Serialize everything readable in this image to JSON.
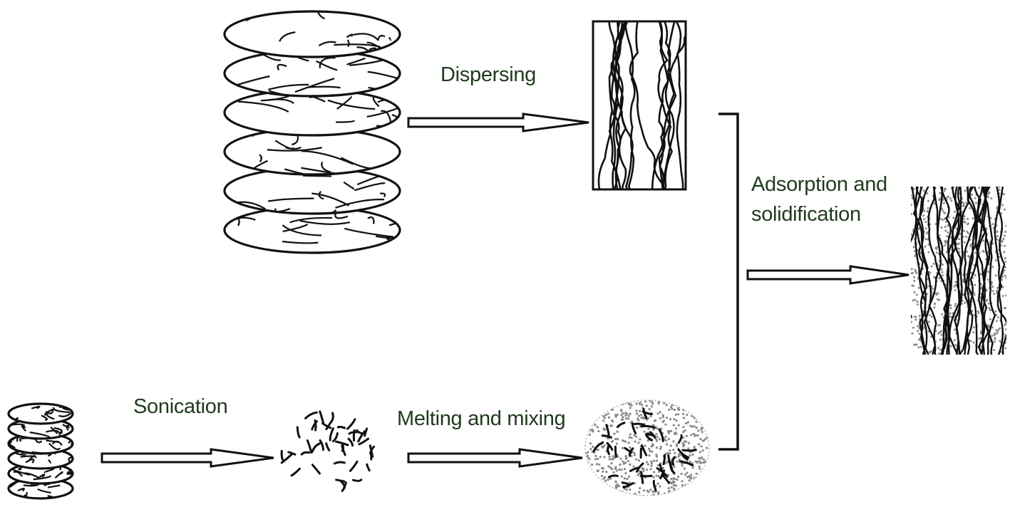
{
  "diagram": {
    "labels": {
      "dispersing": "Dispersing",
      "adsorption": "Adsorption and\nsolidification",
      "sonication": "Sonication",
      "melting": "Melting and mixing"
    },
    "colors": {
      "ink": "#111111",
      "label": "#1f3a1c",
      "dots": "#8a8a8a"
    }
  }
}
